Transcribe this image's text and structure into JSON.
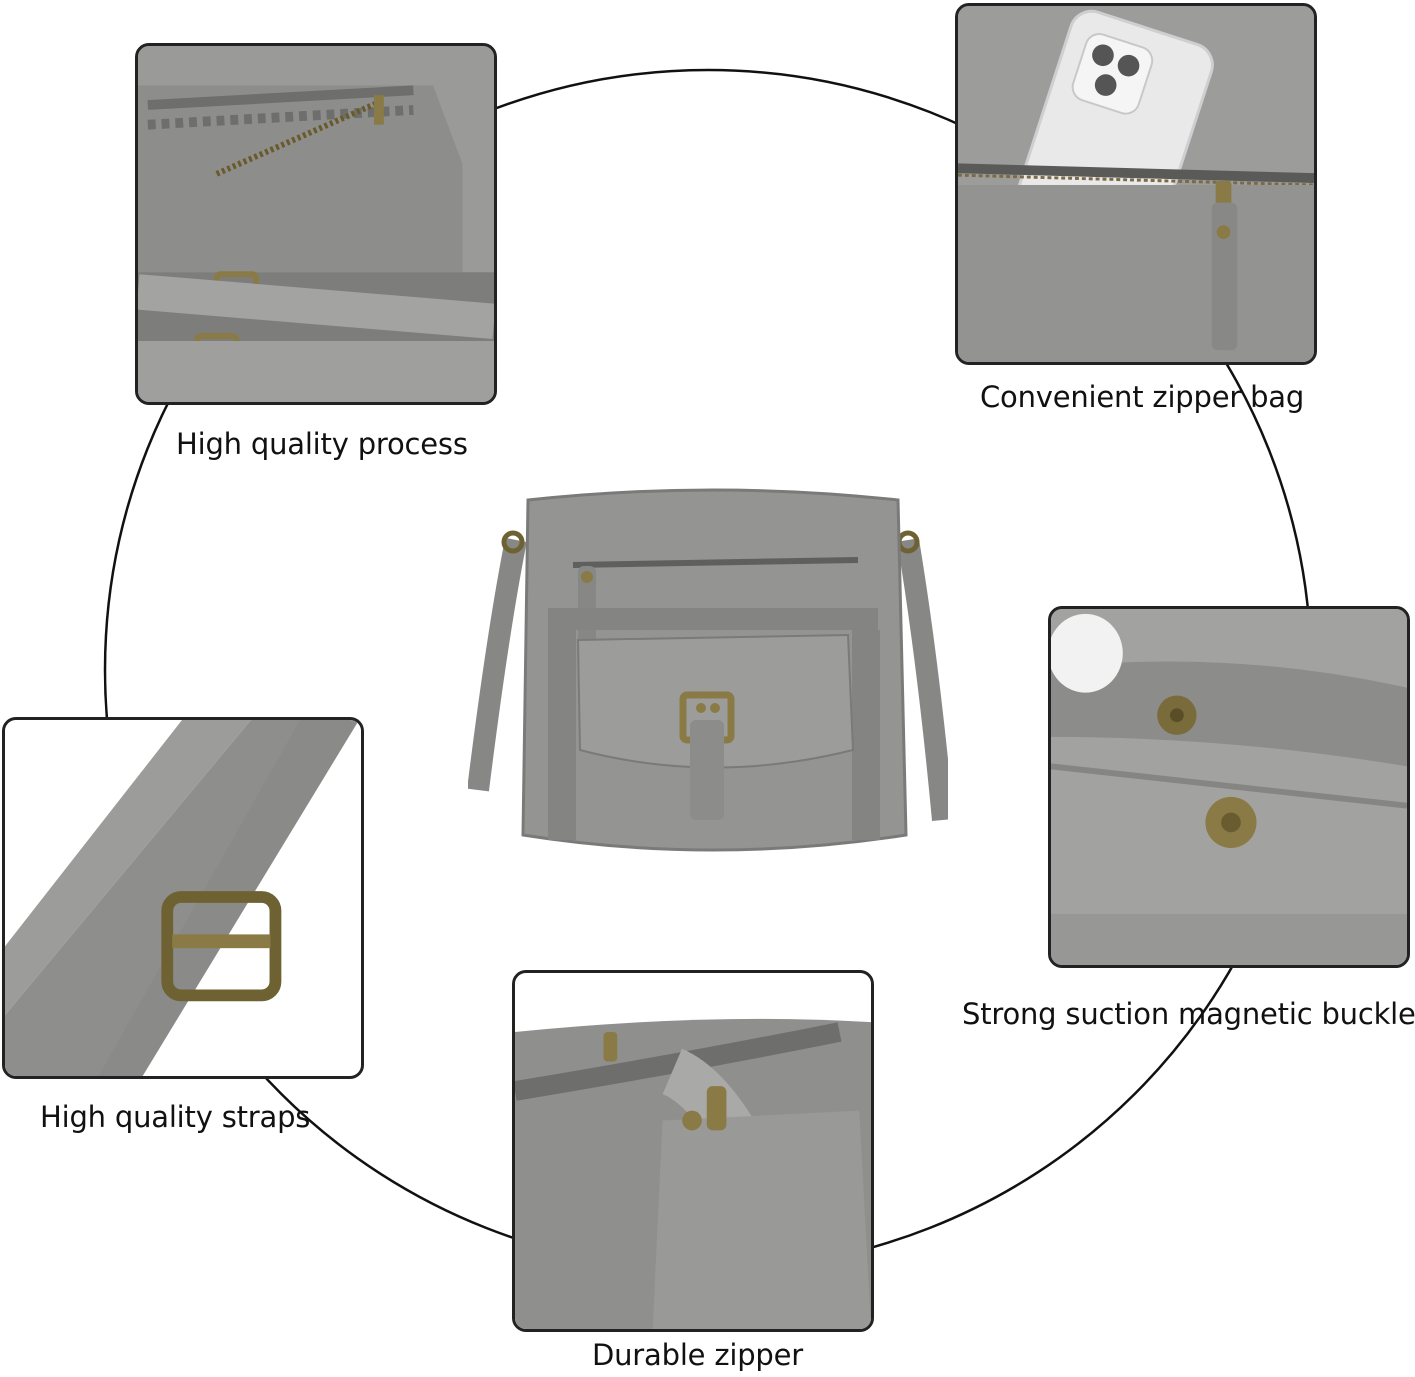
{
  "captions": {
    "top_left": "High quality process",
    "top_right": "Convenient zipper bag",
    "middle_left": "High quality straps",
    "middle_right": "Strong suction magnetic buckle",
    "bottom": "Durable zipper"
  },
  "colors": {
    "leather": "#8e8f8d",
    "leather_light": "#a9a9a7",
    "brass": "#8a7a45",
    "frame_border": "#222222",
    "circle_line": "#111111",
    "caption_text": "#111111"
  }
}
